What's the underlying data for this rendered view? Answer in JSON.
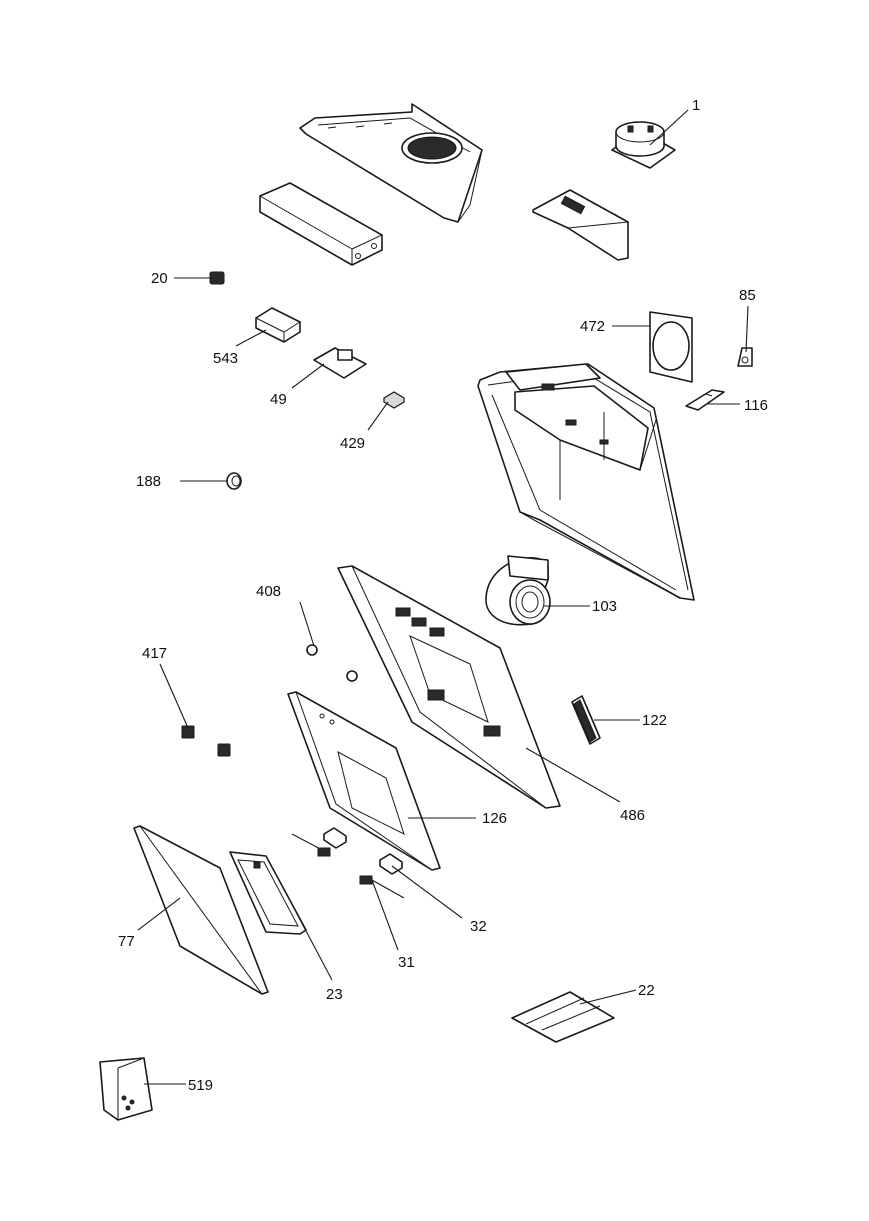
{
  "labels": {
    "p1": "1",
    "p20": "20",
    "p543": "543",
    "p49": "49",
    "p429": "429",
    "p188": "188",
    "p85": "85",
    "p472": "472",
    "p116": "116",
    "p103": "103",
    "p408": "408",
    "p417": "417",
    "p122": "122",
    "p486": "486",
    "p126": "126",
    "p32": "32",
    "p31": "31",
    "p77": "77",
    "p23": "23",
    "p22": "22",
    "p519": "519"
  },
  "colors": {
    "line": "#1a1a1a",
    "background": "#ffffff",
    "shade": "#d9d9d9"
  }
}
